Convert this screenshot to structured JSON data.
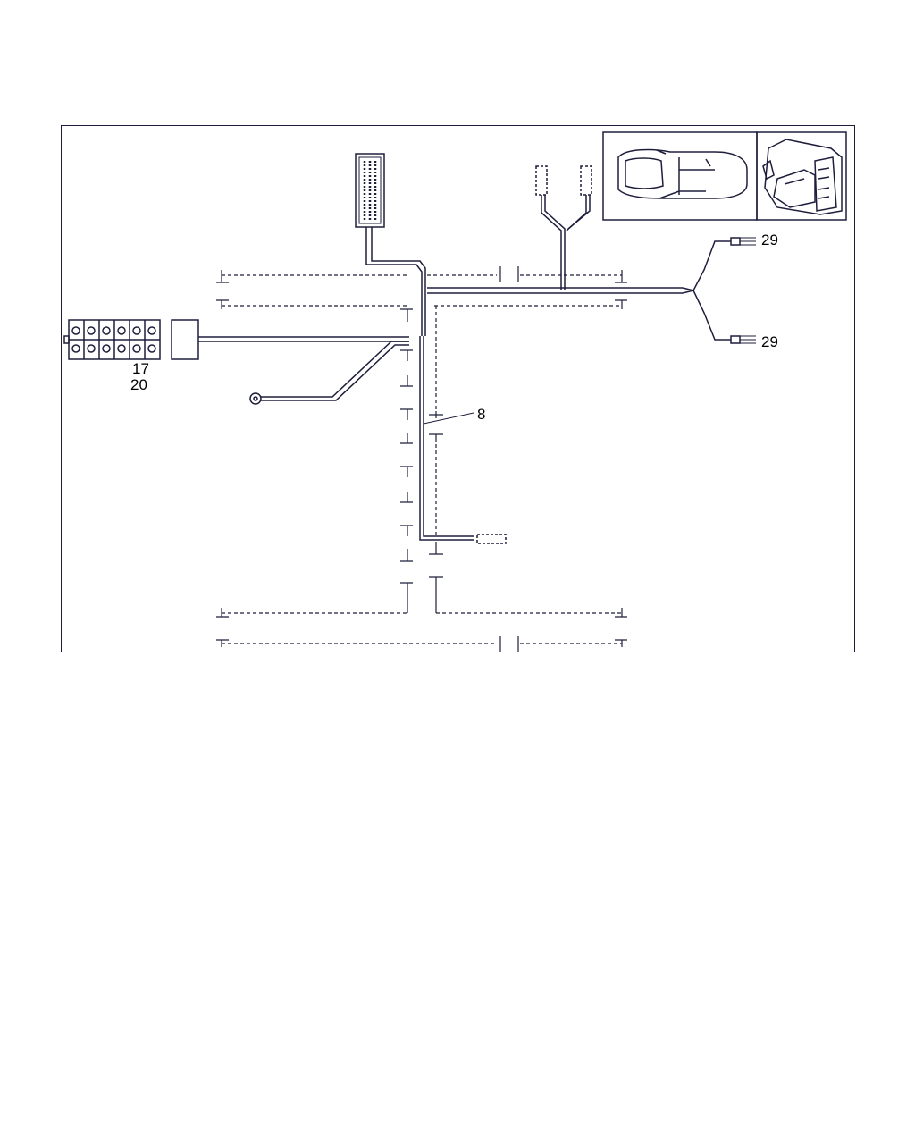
{
  "callouts": {
    "connector_block": [
      "17",
      "20"
    ],
    "branch": "8",
    "terminal_upper": "29",
    "terminal_lower": "29"
  },
  "colors": {
    "line": "#1e1e3c",
    "frame": "#1e1e3c",
    "background": "#ffffff"
  },
  "icons": {
    "connector_block": "fuse-relay-connector-block-icon",
    "multi_pin_connector": "multi-pin-connector-icon",
    "ring_terminal": "ring-terminal-icon",
    "inset_vehicle": "vehicle-location-inset-icon",
    "inset_component": "component-location-inset-icon"
  }
}
